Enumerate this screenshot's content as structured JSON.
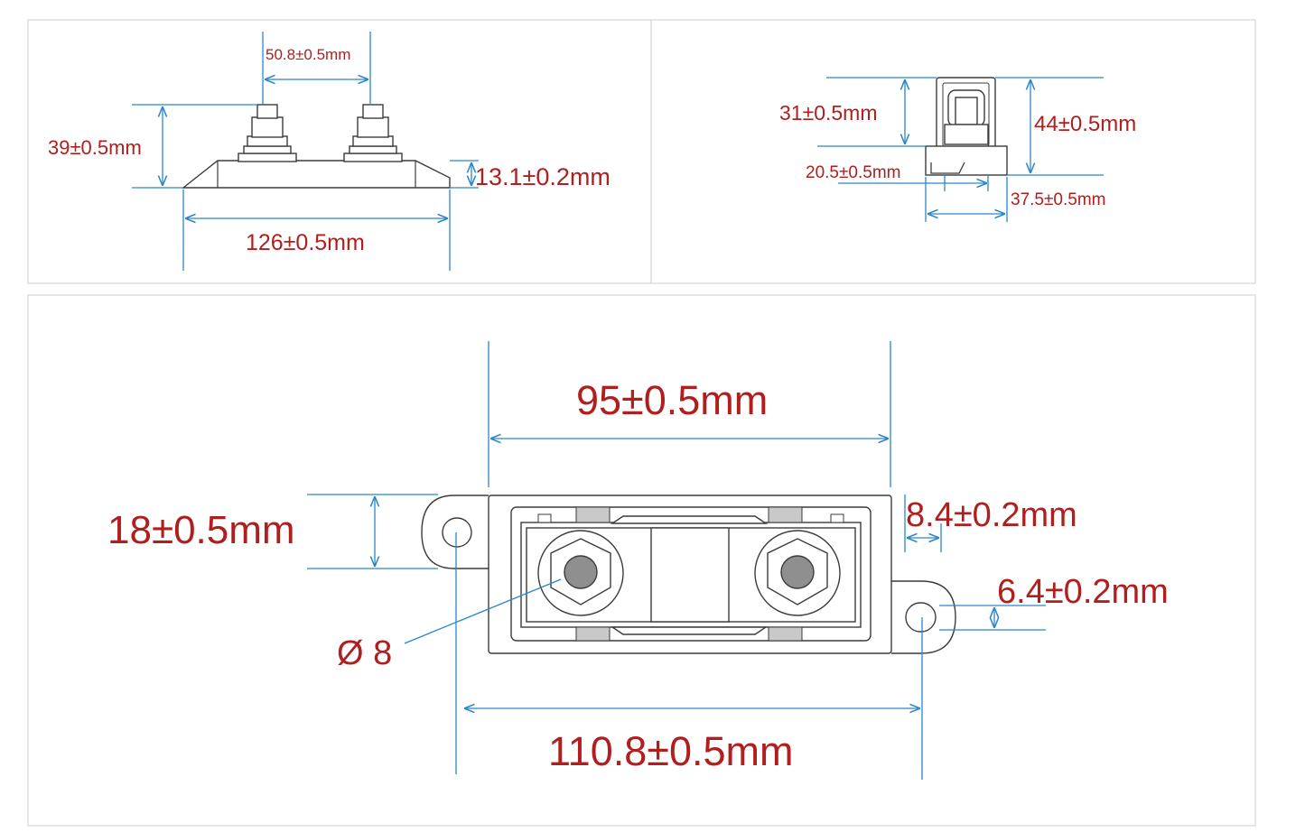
{
  "colors": {
    "dimension_text": "#b11e1e",
    "dimension_line": "#2a87c8",
    "outline": "#3b3b3b",
    "contact_pad": "#c9c9c9",
    "frame": "#d6d6d6"
  },
  "side_view": {
    "stud_spacing": "50.8±0.5mm",
    "overall_height": "39±0.5mm",
    "base_height": "13.1±0.2mm",
    "base_length": "126±0.5mm"
  },
  "end_view": {
    "stud_height": "31±0.5mm",
    "total_height": "44±0.5mm",
    "slot_width": "20.5±0.5mm",
    "body_width": "37.5±0.5mm"
  },
  "top_view": {
    "stud_spacing": "95±0.5mm",
    "mount_width": "18±0.5mm",
    "ear_offset": "8.4±0.2mm",
    "hole_width": "6.4±0.2mm",
    "stud_diameter": "Ø 8",
    "hole_spacing": "110.8±0.5mm"
  }
}
